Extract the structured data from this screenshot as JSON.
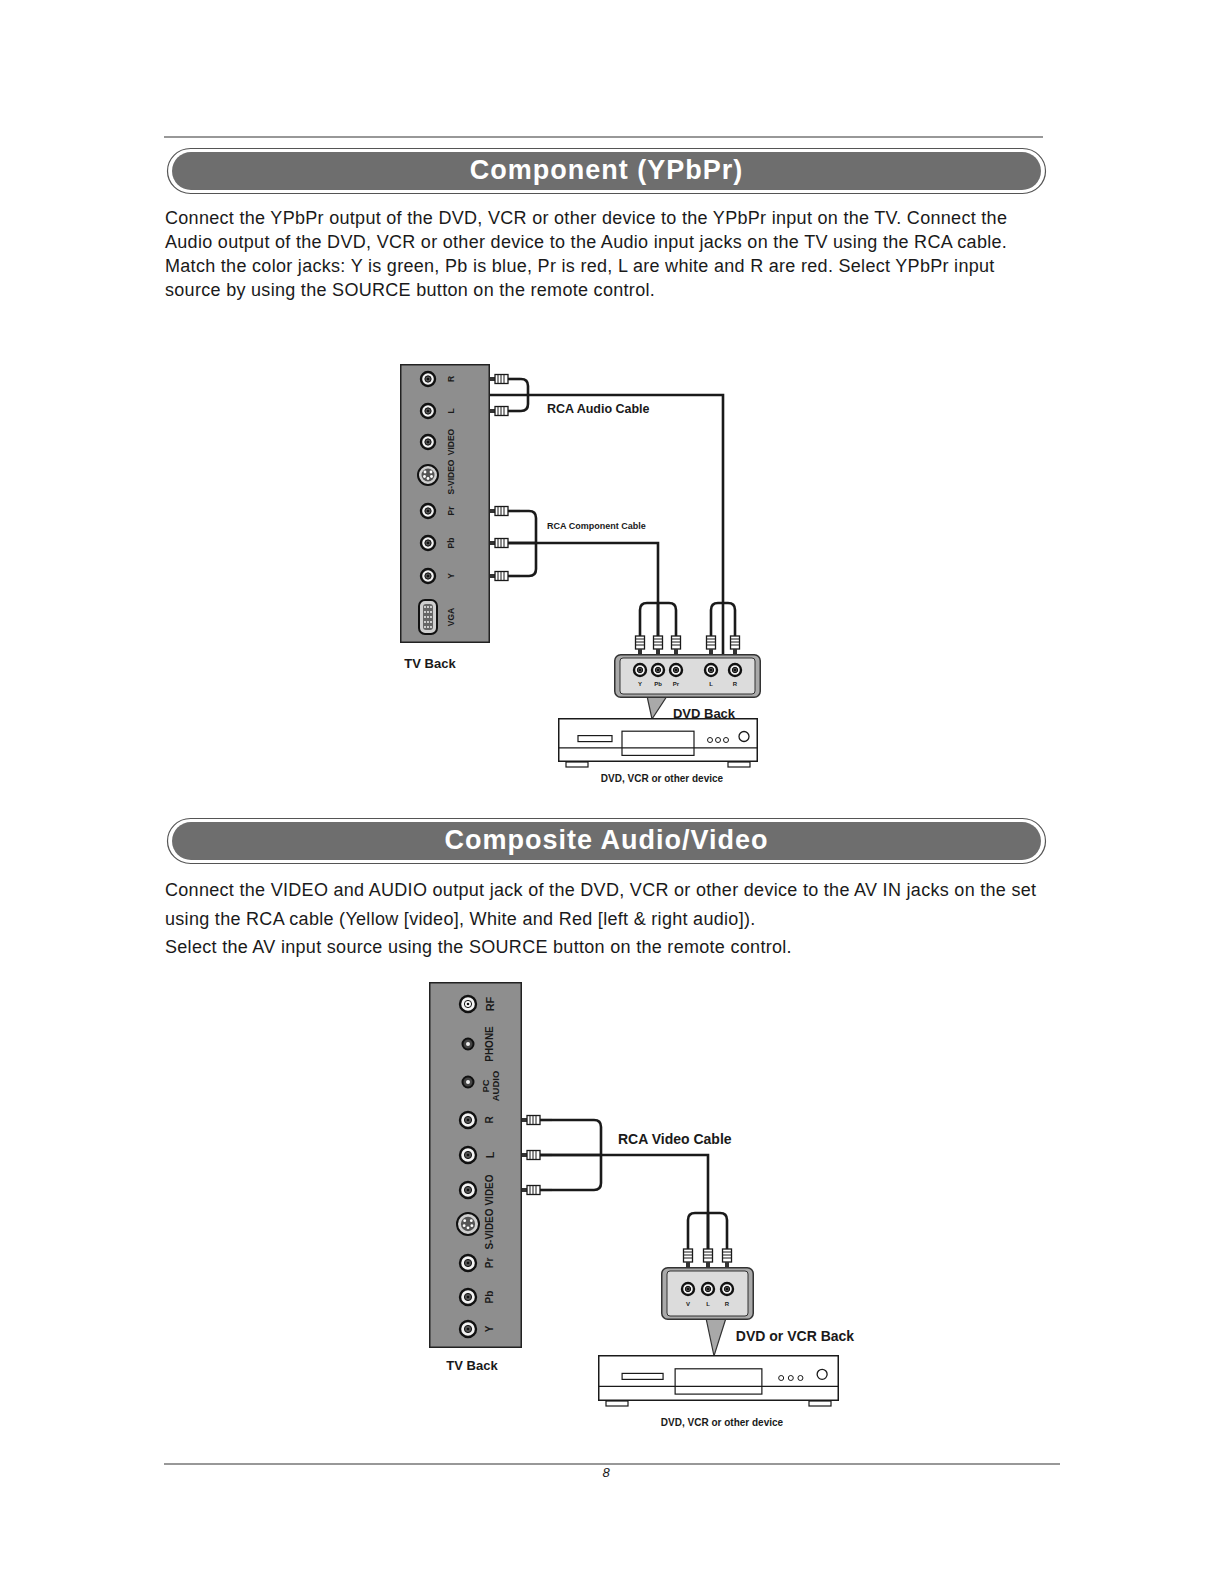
{
  "diagram": {
    "nodes": [
      {
        "text": [
          "Component (YPbPr)"
        ]
      },
      {
        "text": [
          "TV Back",
          "R",
          "L",
          "VIDEO",
          "S-VIDEO",
          "Pr",
          "Pb",
          "Y",
          "VGA"
        ]
      },
      {
        "text": [
          "DVD Back",
          "Y",
          "Pb",
          "Pr",
          "L",
          "R"
        ]
      },
      {
        "text": [
          "DVD, VCR or other device"
        ]
      },
      {
        "text": [
          "Composite Audio/Video"
        ]
      },
      {
        "text": [
          "TV Back",
          "RF",
          "PHONE",
          "PC AUDIO",
          "R",
          "L",
          "VIDEO",
          "S-VIDEO",
          "Pr",
          "Pb",
          "Y"
        ]
      },
      {
        "text": [
          "DVD or VCR Back",
          "V",
          "L",
          "R"
        ]
      },
      {
        "text": [
          "DVD, VCR or other device"
        ]
      }
    ],
    "edges": [
      {
        "from": 1,
        "to": 2,
        "label": "RCA Audio Cable",
        "arrow": "none"
      },
      {
        "from": 1,
        "to": 2,
        "label": "RCA Component Cable",
        "arrow": "none"
      },
      {
        "from": 5,
        "to": 6,
        "label": "RCA Video Cable",
        "arrow": "none"
      }
    ],
    "labels": [
      "Connect the YPbPr output of the DVD, VCR or other device to the YPbPr input on the TV. Connect the Audio output of the DVD, VCR or other device to the Audio input jacks on the TV using the RCA cable. Match the color jacks: Y is green, Pb is blue, Pr is red, L are white and R are red. Select YPbPr input source by using the SOURCE button on the remote control.",
      "Connect the VIDEO and AUDIO output jack of the DVD, VCR or other device to the AV IN jacks on the set using the RCA cable (Yellow [video], White and Red [left & right audio]).",
      "Select the AV input source using the SOURCE button on the remote control.",
      "8"
    ]
  }
}
